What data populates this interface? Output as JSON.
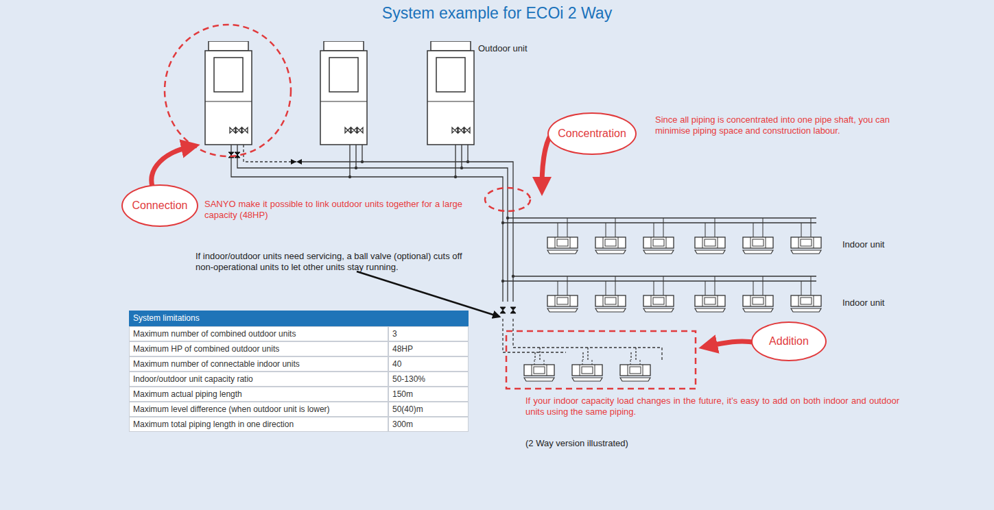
{
  "diagram": {
    "title": "System example for ECOi 2 Way",
    "nodes": [
      {
        "text": [
          "Concentration"
        ]
      },
      {
        "text": [
          "Connection"
        ]
      },
      {
        "text": [
          "Addition"
        ]
      }
    ],
    "labels": [
      "Outdoor unit",
      "Since all piping is concentrated into one pipe shaft, you can minimise piping space and construction labour.",
      "SANYO make it possible to link outdoor units together for a large capacity (48HP)",
      "Indoor unit",
      "Indoor unit",
      "If indoor/outdoor units need servicing, a ball valve (optional) cuts off non-operational units to let other units stay running.",
      "System limitations",
      "Maximum number of combined outdoor units",
      "3",
      "Maximum HP of combined outdoor units",
      "48HP",
      "Maximum number of connectable indoor units",
      "40",
      "Indoor/outdoor unit capacity ratio",
      "50-130%",
      "Maximum actual piping length",
      "150m",
      "Maximum level difference (when outdoor unit is lower)",
      "50(40)m",
      "Maximum total piping length in one direction",
      "300m",
      "If your indoor capacity load changes in the future, it’s easy to add on both indoor and outdoor units using the same piping.",
      "(2 Way version illustrated)"
    ]
  }
}
